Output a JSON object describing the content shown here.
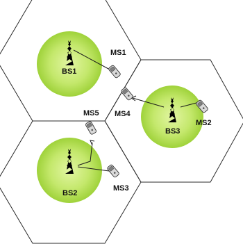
{
  "colors": {
    "coverage_center": "#e2f5a2",
    "coverage_edge": "#9fd23a",
    "cell_border": "#2b2b2b",
    "link": "#1a1a1a"
  },
  "base_stations": [
    {
      "id": "BS1",
      "label": "BS1"
    },
    {
      "id": "BS2",
      "label": "BS2"
    },
    {
      "id": "BS3",
      "label": "BS3"
    }
  ],
  "mobile_stations": [
    {
      "id": "MS1",
      "label": "MS1",
      "served_by": "BS1"
    },
    {
      "id": "MS2",
      "label": "MS2",
      "served_by": "BS3"
    },
    {
      "id": "MS3",
      "label": "MS3",
      "served_by": "BS2"
    },
    {
      "id": "MS4",
      "label": "MS4",
      "served_by": "BS3"
    },
    {
      "id": "MS5",
      "label": "MS5",
      "served_by": "BS2"
    }
  ]
}
